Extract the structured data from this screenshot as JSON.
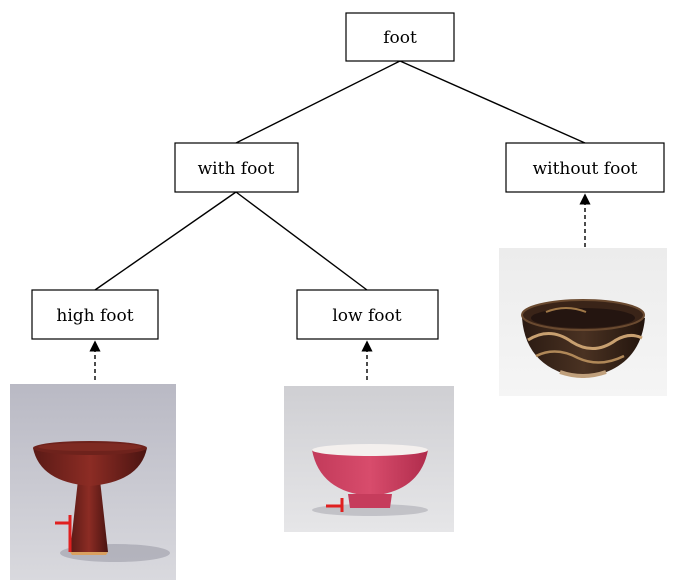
{
  "nodes": {
    "root": "foot",
    "with_foot": "with foot",
    "without_foot": "without foot",
    "high_foot": "high foot",
    "low_foot": "low foot"
  },
  "colors": {
    "line": "#000000",
    "marker": "#e02020",
    "photo_bg": "#c9c9cf"
  },
  "images": [
    {
      "name": "stem-cup-photo",
      "depicts": "red glazed stem cup with high foot"
    },
    {
      "name": "red-bowl-photo",
      "depicts": "pink-red glazed bowl with low foot"
    },
    {
      "name": "painted-bowl-photo",
      "depicts": "brown painted bowl without foot"
    }
  ]
}
